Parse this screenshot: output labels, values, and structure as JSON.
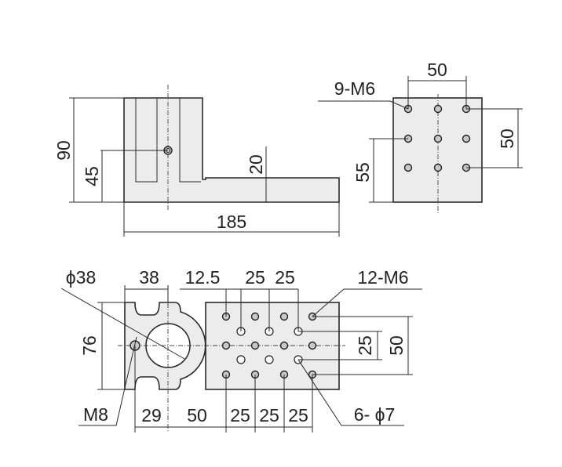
{
  "side_view": {
    "height_total": "90",
    "hole_height": "45",
    "base_height": "20",
    "length": "185"
  },
  "front_view": {
    "hole_callout": "9-M6",
    "pitch_top": "50",
    "pitch_right": "50",
    "hole_height": "55"
  },
  "top_view": {
    "bore_dia": "ϕ38",
    "bore_pos": "38",
    "offset": "12.5",
    "pitch_a": "25",
    "pitch_b": "25",
    "tap_callout": "12-M6",
    "width": "76",
    "inner_pitch": "25",
    "outer_pitch": "50",
    "side_tap": "M8",
    "dim_29": "29",
    "dim_50": "50",
    "dim_25a": "25",
    "dim_25b": "25",
    "dim_25c": "25",
    "hole_callout": "6- ϕ7"
  }
}
